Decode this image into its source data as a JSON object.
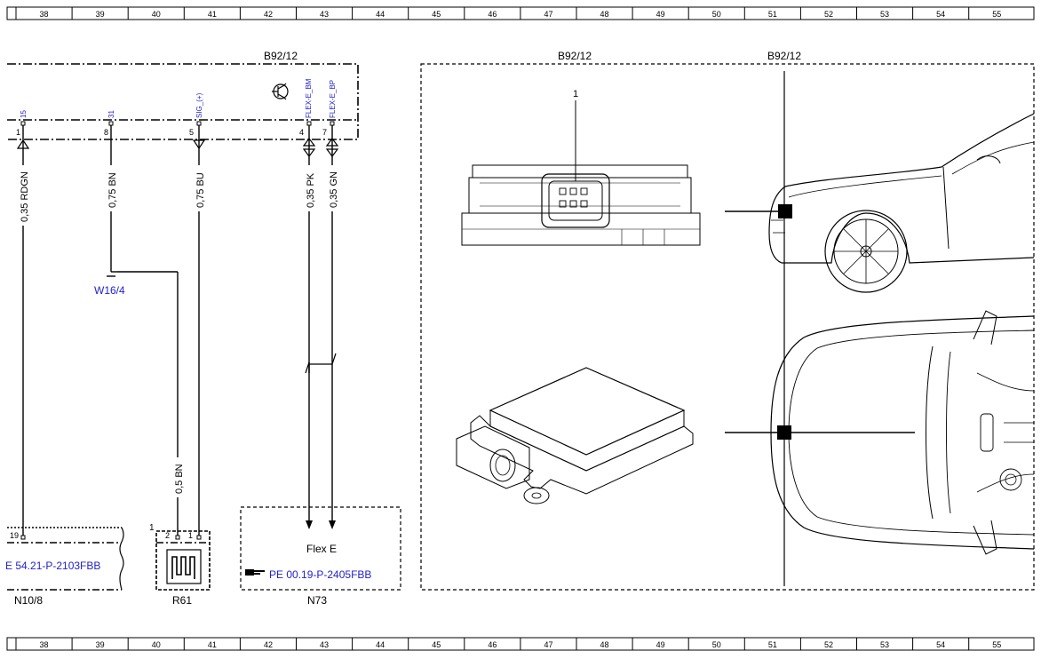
{
  "ruler": {
    "columns": [
      "38",
      "39",
      "40",
      "41",
      "42",
      "43",
      "44",
      "45",
      "46",
      "47",
      "48",
      "49",
      "50",
      "51",
      "52",
      "53",
      "54",
      "55"
    ]
  },
  "component_b92_12": {
    "label": "B92/12",
    "pins": [
      {
        "number": "1",
        "signal": "15"
      },
      {
        "number": "8",
        "signal": "31"
      },
      {
        "number": "5",
        "signal": "SIG_(+)"
      },
      {
        "number": "4",
        "signal": "FLEX-E_BM"
      },
      {
        "number": "7",
        "signal": "FLEX-E_BP"
      }
    ]
  },
  "wires": [
    {
      "label": "0,35 RDGN"
    },
    {
      "label": "0,75 BN"
    },
    {
      "label": "0,75 BU"
    },
    {
      "label": "0,35 PK"
    },
    {
      "label": "0,35 GN"
    },
    {
      "label": "0,5 BN"
    }
  ],
  "ground_point": {
    "label": "W16/4"
  },
  "component_n10_8": {
    "label": "N10/8",
    "pin": "19",
    "reference": "E 54.21-P-2103FBB"
  },
  "component_r61": {
    "label": "R61",
    "callout": "1",
    "pins": [
      "2",
      "1"
    ]
  },
  "component_n73": {
    "label": "N73",
    "text": "Flex E",
    "reference": "PE 00.19-P-2405FBB"
  },
  "location_panel": {
    "label_left": "B92/12",
    "label_right": "B92/12",
    "callout": "1"
  },
  "colors": {
    "reference_text": "#2222cc",
    "line": "#000000"
  }
}
